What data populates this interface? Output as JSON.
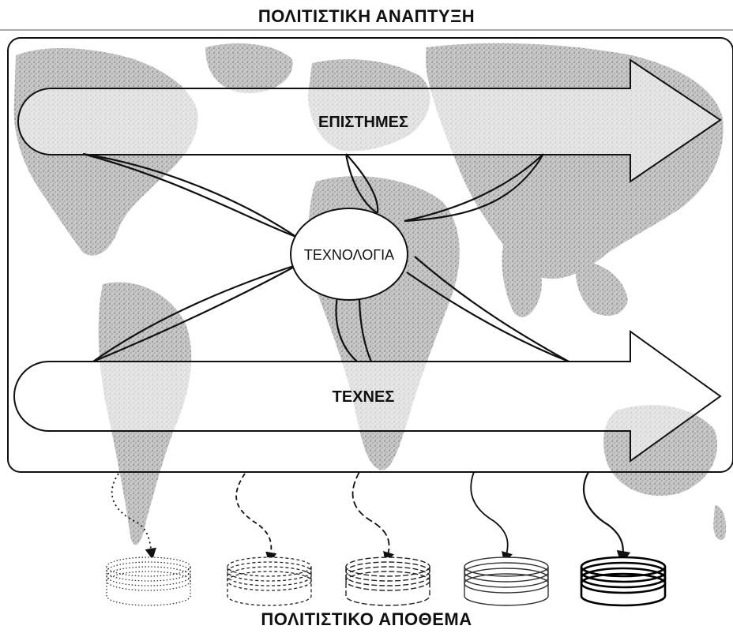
{
  "header": {
    "title": "ΠΟΛΙΤΙΣΤΙΚΗ ΑΝΑΠΤΥΞΗ"
  },
  "diagram": {
    "sciences_label": "ΕΠΙΣΤΗΜΕΣ",
    "technology_label": "ΤΕΧΝΟΛΟΓΙΑ",
    "arts_label": "ΤΕΧΝΕΣ"
  },
  "footer": {
    "title": "ΠΟΛΙΤΙΣΤΙΚΟ ΑΠΟΘΕΜΑ"
  },
  "colors": {
    "map_gray": "#a9a9a9",
    "line": "#111111",
    "background": "#ffffff"
  }
}
